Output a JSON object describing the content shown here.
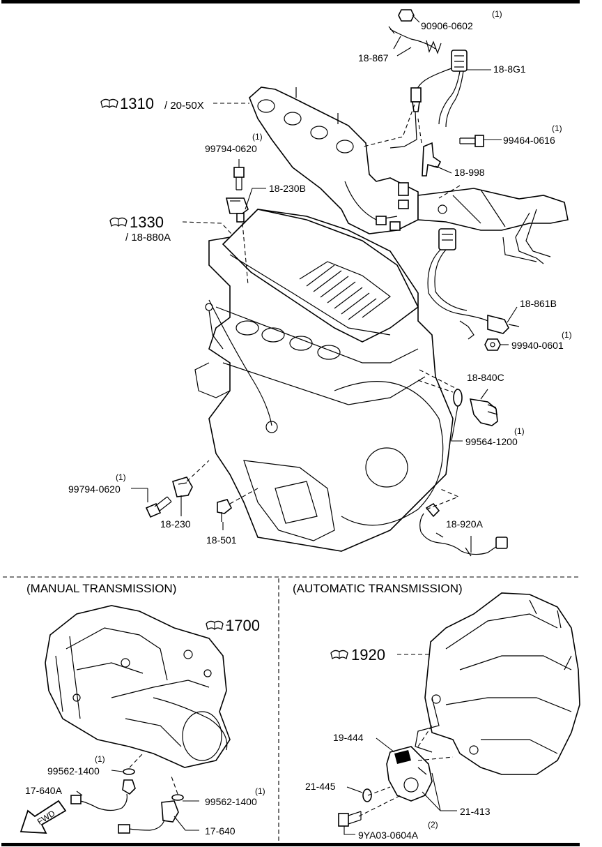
{
  "refs": {
    "r1310": "1310",
    "r1310_sub": "/ 20-50X",
    "r1330": "1330",
    "r1330_sub": "/ 18-880A",
    "r1700": "1700",
    "r1920": "1920"
  },
  "labels": {
    "p90906": "90906-0602",
    "q90906": "(1)",
    "p18867": "18-867",
    "p188G1": "18-8G1",
    "p99464": "99464-0616",
    "q99464": "(1)",
    "p18998": "18-998",
    "p99794a": "99794-0620",
    "q99794a": "(1)",
    "p18230B": "18-230B",
    "p18861B": "18-861B",
    "p99940": "99940-0601",
    "q99940": "(1)",
    "p18840C": "18-840C",
    "p99564": "99564-1200",
    "q99564": "(1)",
    "p99794b": "99794-0620",
    "q99794b": "(1)",
    "p18230": "18-230",
    "p18501": "18-501",
    "p18920A": "18-920A",
    "p99562a": "99562-1400",
    "q99562a": "(1)",
    "p17640A": "17-640A",
    "p99562b": "99562-1400",
    "q99562b": "(1)",
    "p17640": "17-640",
    "p19444": "19-444",
    "p21445": "21-445",
    "p21413": "21-413",
    "q21413": "(2)",
    "p9YA03": "9YA03-0604A"
  },
  "sections": {
    "manual": "(MANUAL TRANSMISSION)",
    "automatic": "(AUTOMATIC TRANSMISSION)"
  },
  "fwd": "FWD"
}
